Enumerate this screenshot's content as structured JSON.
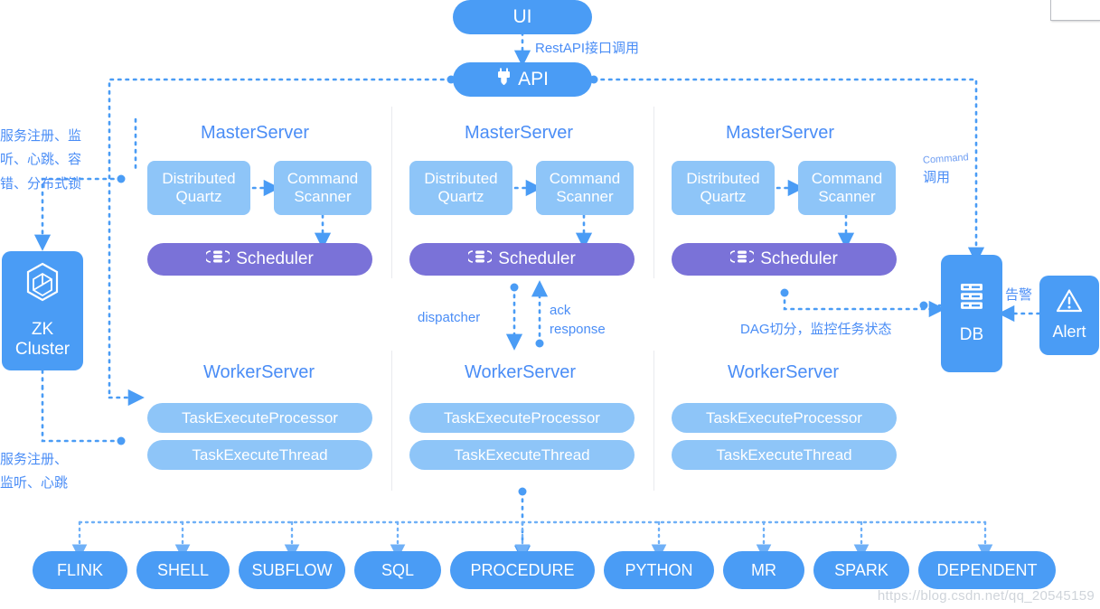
{
  "diagram": {
    "title_ui": "UI",
    "title_api": "API",
    "edges": {
      "ui_to_api": "RestAPI接口调用",
      "zk_top": "服务注册、监\n听、心跳、容\n错、分布式锁",
      "zk_bottom": "服务注册、\n监听、心跳",
      "dispatcher": "dispatcher",
      "ack_response": "ack\nresponse",
      "dag": "DAG切分，监控任务状态",
      "command_en": "Command",
      "command_cn": "调用",
      "alert": "告警"
    },
    "zk": {
      "line1": "ZK",
      "line2": "Cluster",
      "icon": "cube-icon"
    },
    "db": {
      "label": "DB",
      "icon": "database-icon"
    },
    "alert_node": {
      "label": "Alert",
      "icon": "warning-icon"
    },
    "api_icon": "plug-icon",
    "scheduler_icon": "sliders-icon",
    "columns": [
      {
        "master_title": "MasterServer",
        "quartz": "Distributed\nQuartz",
        "scanner": "Command\nScanner",
        "scheduler": "Scheduler",
        "worker_title": "WorkerServer",
        "processor": "TaskExecuteProcessor",
        "thread": "TaskExecuteThread"
      },
      {
        "master_title": "MasterServer",
        "quartz": "Distributed\nQuartz",
        "scanner": "Command\nScanner",
        "scheduler": "Scheduler",
        "worker_title": "WorkerServer",
        "processor": "TaskExecuteProcessor",
        "thread": "TaskExecuteThread"
      },
      {
        "master_title": "MasterServer",
        "quartz": "Distributed\nQuartz",
        "scanner": "Command\nScanner",
        "scheduler": "Scheduler",
        "worker_title": "WorkerServer",
        "processor": "TaskExecuteProcessor",
        "thread": "TaskExecuteThread"
      }
    ],
    "task_types": [
      "FLINK",
      "SHELL",
      "SUBFLOW",
      "SQL",
      "PROCEDURE",
      "PYTHON",
      "MR",
      "SPARK",
      "DEPENDENT"
    ],
    "watermark": "https://blog.csdn.net/qq_20545159",
    "colors": {
      "accent_blue": "#4a9cf5",
      "light_blue": "#8ec5f8",
      "purple": "#7a72d8",
      "label_blue": "#4a8df6",
      "separator": "#e9eaee"
    }
  }
}
